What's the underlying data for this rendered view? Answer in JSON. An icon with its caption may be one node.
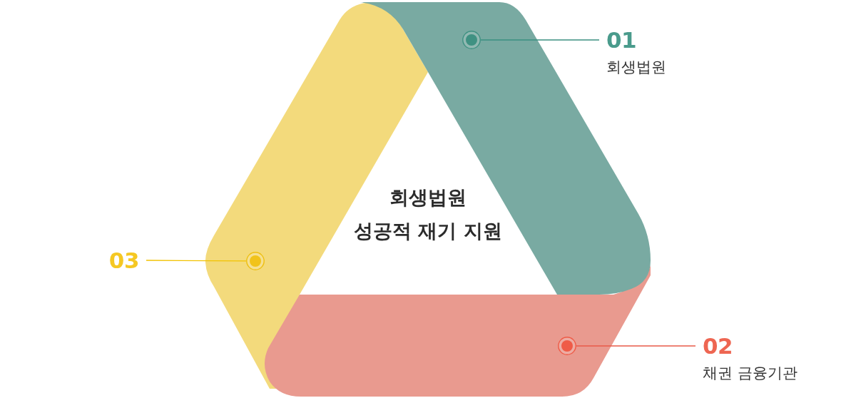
{
  "diagram": {
    "nodes": [
      {
        "text": [
          "01",
          "회생법원"
        ]
      },
      {
        "text": [],
        "shape": "circle"
      },
      {
        "text": [
          "02",
          "채권 금융기관"
        ]
      },
      {
        "text": [],
        "shape": "circle"
      },
      {
        "text": [
          "03"
        ]
      },
      {
        "text": [],
        "shape": "circle"
      }
    ],
    "edges": [
      {
        "from": 0,
        "to": 1,
        "arrow": "none",
        "color": "#3a8f80"
      },
      {
        "from": 2,
        "to": 3,
        "arrow": "none",
        "color": "#e85a48"
      },
      {
        "from": 4,
        "to": 5,
        "arrow": "none",
        "color": "#f2c200"
      }
    ],
    "labels": [
      "회생법원 성공적 재기 지원"
    ]
  }
}
